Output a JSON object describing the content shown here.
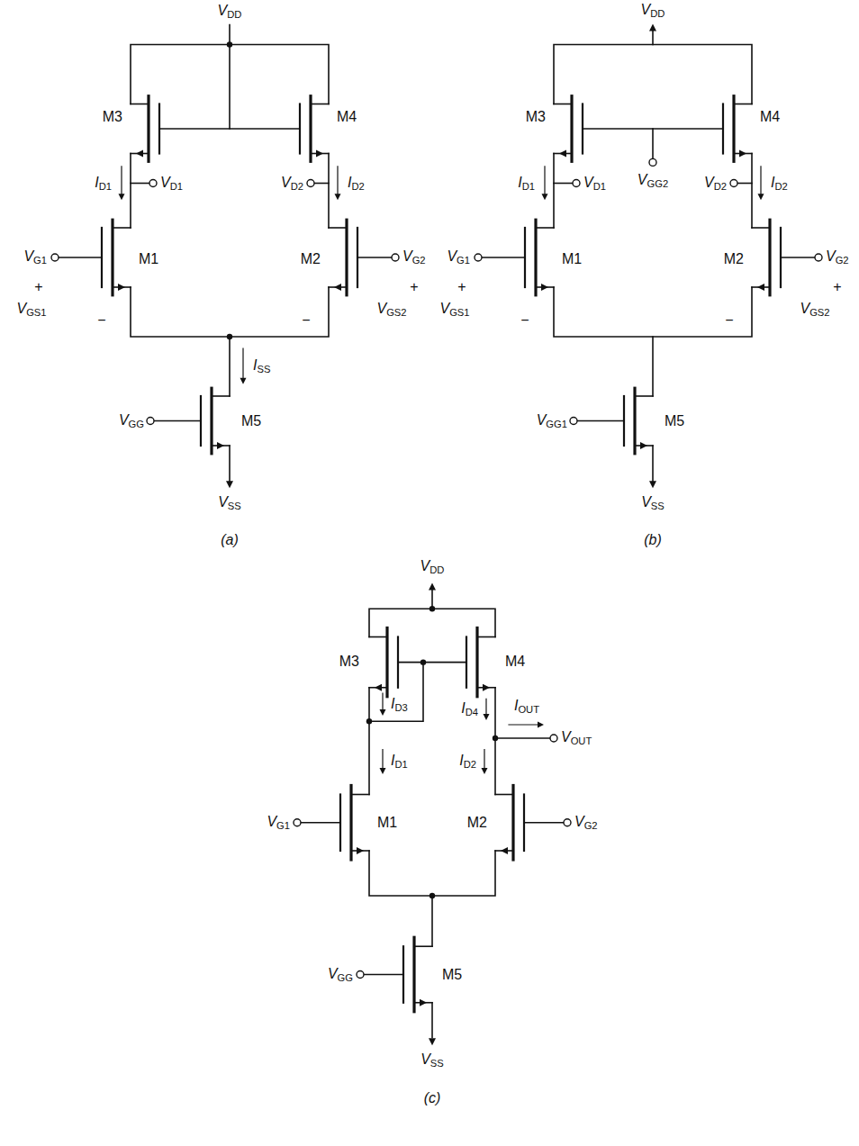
{
  "diagram": {
    "labels": [
      "VDD",
      "M3",
      "M4",
      "ID1",
      "VD1",
      "VD2",
      "ID2",
      "VG1",
      "+",
      "M1",
      "M2",
      "VG2",
      "+",
      "VGS1",
      "−",
      "−",
      "VGS2",
      "ISS",
      "VGG",
      "M5",
      "VSS",
      "(a)",
      "VDD",
      "M3",
      "M4",
      "VGG2",
      "ID1",
      "VD1",
      "VD2",
      "ID2",
      "VG1",
      "+",
      "M1",
      "M2",
      "VG2",
      "+",
      "VGS1",
      "−",
      "−",
      "VGS2",
      "VGG1",
      "M5",
      "VSS",
      "(b)",
      "VDD",
      "M3",
      "M4",
      "ID3",
      "ID4",
      "IOUT",
      "VOUT",
      "ID1",
      "ID2",
      "VG1",
      "M1",
      "M2",
      "VG2",
      "VGG",
      "M5",
      "VSS",
      "(c)"
    ]
  }
}
